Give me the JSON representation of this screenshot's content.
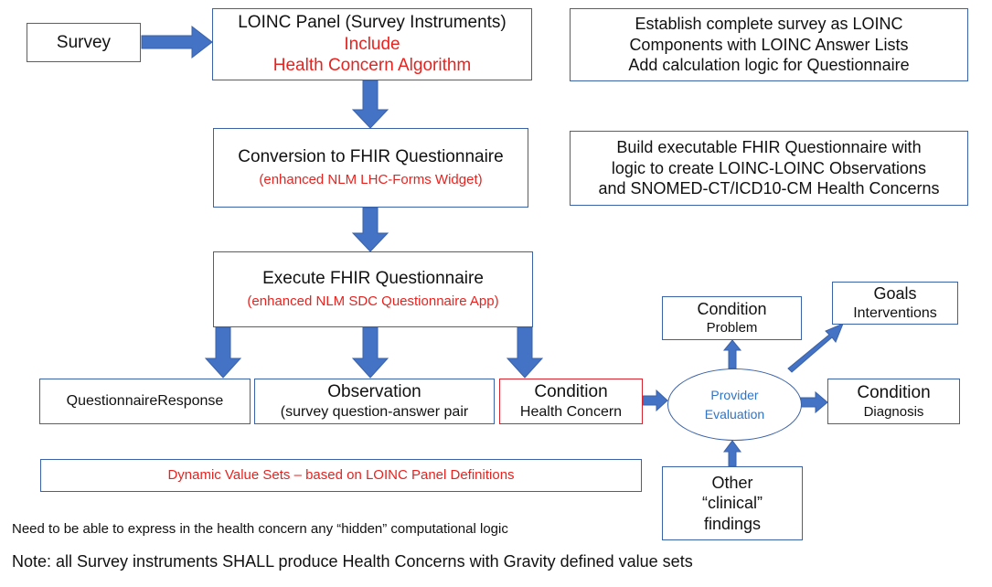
{
  "survey": {
    "label": "Survey"
  },
  "loinc_panel": {
    "title": "LOINC  Panel (Survey Instruments)",
    "line2": "Include",
    "line3": "Health Concern  Algorithm"
  },
  "establish": {
    "line1": "Establish complete survey as LOINC",
    "line2": "Components with LOINC Answer Lists",
    "line3": "Add calculation logic for Questionnaire"
  },
  "conversion": {
    "title": "Conversion to FHIR Questionnaire",
    "subtitle": "(enhanced NLM LHC-Forms Widget)"
  },
  "build": {
    "line1": "Build executable FHIR Questionnaire with",
    "line2": "logic to create LOINC-LOINC Observations",
    "line3": "and SNOMED-CT/ICD10-CM  Health Concerns"
  },
  "execute": {
    "title": "Execute FHIR Questionnaire",
    "subtitle": "(enhanced NLM SDC Questionnaire App)"
  },
  "questionnaire_response": {
    "label": "QuestionnaireResponse"
  },
  "observation": {
    "title": "Observation",
    "subtitle": "(survey question-answer pair"
  },
  "condition_health_concern": {
    "title": "Condition",
    "subtitle": "Health Concern"
  },
  "provider_evaluation": {
    "line1": "Provider",
    "line2": "Evaluation"
  },
  "condition_problem": {
    "title": "Condition",
    "subtitle": "Problem"
  },
  "goals": {
    "title": "Goals",
    "subtitle": "Interventions"
  },
  "condition_diagnosis": {
    "title": "Condition",
    "subtitle": "Diagnosis"
  },
  "other_findings": {
    "line1": "Other",
    "line2": "“clinical”",
    "line3": "findings"
  },
  "dynamic_value_sets": {
    "label": "Dynamic Value Sets – based on LOINC Panel Definitions"
  },
  "notes": {
    "hidden_logic": "Need to be able to express in the health concern any “hidden” computational logic",
    "gravity": "Note: all Survey instruments SHALL produce Health Concerns with Gravity defined value sets"
  },
  "colors": {
    "box_border": "#3a62a8",
    "arrow_fill": "#4472c4",
    "highlight_text": "#e8231f",
    "ellipse_text": "#2f74c8",
    "health_concern_border": "#d9232d"
  }
}
